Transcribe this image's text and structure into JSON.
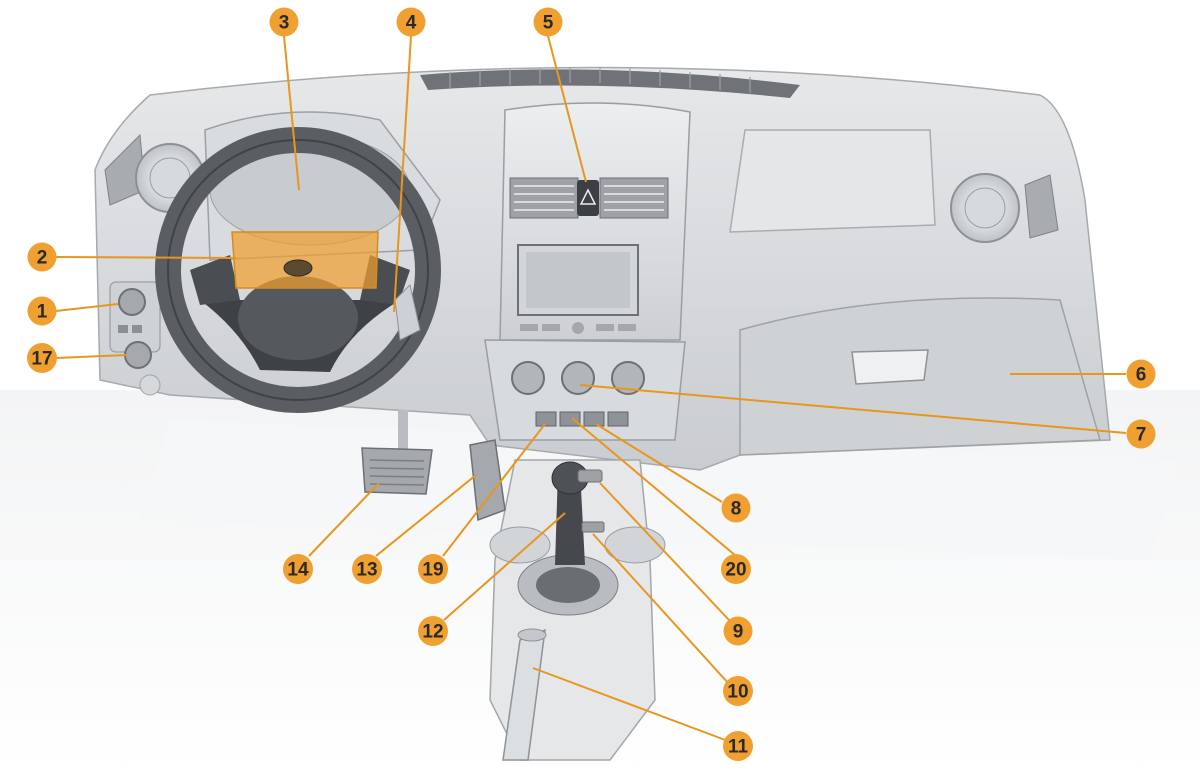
{
  "colors": {
    "accent": "#f0a030",
    "leader": "#e8961e",
    "callout_text": "#2a2a2a",
    "dash": "#d2d5d8"
  },
  "callouts": [
    {
      "id": "1",
      "label": "1"
    },
    {
      "id": "2",
      "label": "2"
    },
    {
      "id": "3",
      "label": "3"
    },
    {
      "id": "4",
      "label": "4"
    },
    {
      "id": "5",
      "label": "5"
    },
    {
      "id": "6",
      "label": "6"
    },
    {
      "id": "7",
      "label": "7"
    },
    {
      "id": "8",
      "label": "8"
    },
    {
      "id": "9",
      "label": "9"
    },
    {
      "id": "10",
      "label": "10"
    },
    {
      "id": "11",
      "label": "11"
    },
    {
      "id": "12",
      "label": "12"
    },
    {
      "id": "13",
      "label": "13"
    },
    {
      "id": "14",
      "label": "14"
    },
    {
      "id": "17",
      "label": "17"
    },
    {
      "id": "19",
      "label": "19"
    },
    {
      "id": "20",
      "label": "20"
    }
  ]
}
